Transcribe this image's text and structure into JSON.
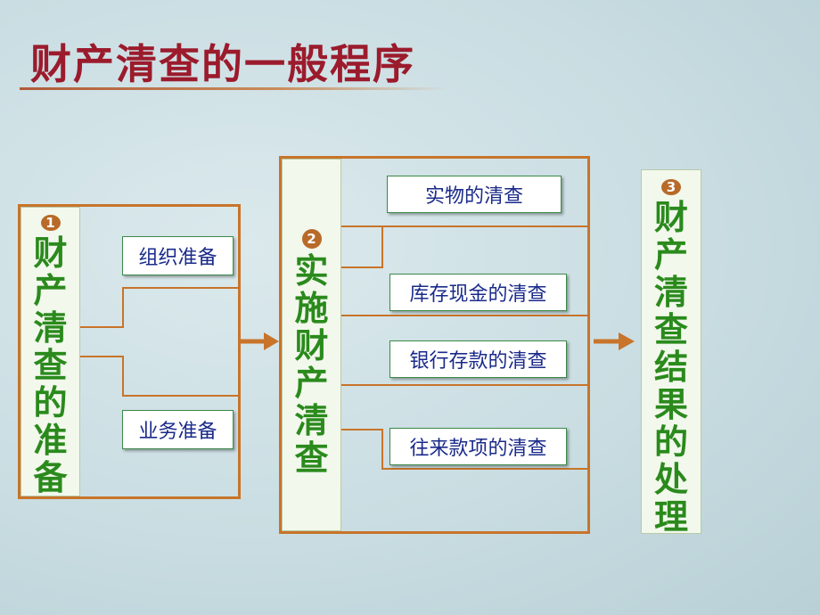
{
  "title": "财产清查的一般程序",
  "steps": [
    {
      "badge": "1",
      "text": "财产清查的准备",
      "items": [
        "组织准备",
        "业务准备"
      ]
    },
    {
      "badge": "2",
      "text": "实施财产清查",
      "items": [
        "实物的清查",
        "库存现金的清查",
        "银行存款的清查",
        "往来款项的清查"
      ]
    },
    {
      "badge": "3",
      "text": "财产清查结果的处理",
      "items": []
    }
  ],
  "colors": {
    "title": "#9b1b2c",
    "frame": "#c8742a",
    "green_text": "#2a8a1c",
    "item_text": "#1a2a8a",
    "arrow": "#c8742a"
  }
}
